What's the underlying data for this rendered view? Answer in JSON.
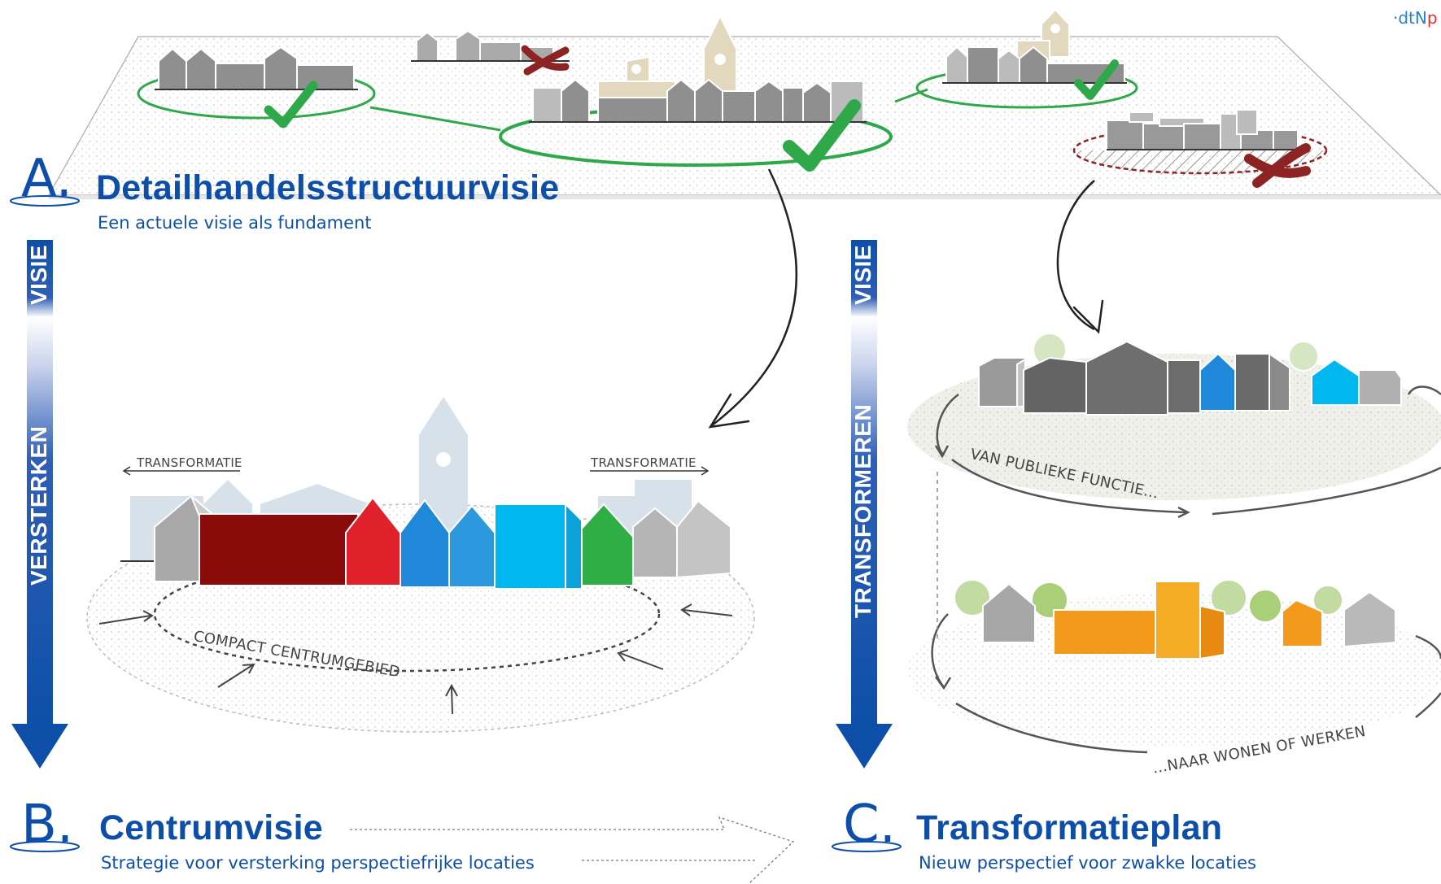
{
  "logo": {
    "prefix": "·dtN",
    "suffix": "p"
  },
  "colors": {
    "brand_blue": "#0d4fa8",
    "check_green": "#2fa84a",
    "cross_red": "#8e2323",
    "dark_red": "#8b0a0a"
  },
  "section_a": {
    "letter": "A.",
    "title": "Detailhandelsstructuurvisie",
    "subtitle": "Een actuele visie als fundament"
  },
  "section_b": {
    "letter": "B.",
    "title": "Centrumvisie",
    "subtitle": "Strategie voor versterking perspectiefrijke locaties"
  },
  "section_c": {
    "letter": "C.",
    "title": "Transformatieplan",
    "subtitle": "Nieuw perspectief voor zwakke locaties"
  },
  "left_arrow": {
    "top_label": "VISIE",
    "bottom_label": "VERSTERKEN"
  },
  "right_arrow": {
    "top_label": "VISIE",
    "bottom_label": "TRANSFORMEREN"
  },
  "center": {
    "transform_left": "TRANSFORMATIE",
    "transform_right": "TRANSFORMATIE",
    "ring_label": "COMPACT CENTRUMGEBIED"
  },
  "cycle": {
    "top_label": "VAN PUBLIEKE FUNCTIE...",
    "bottom_label": "...NAAR WONEN OF WERKEN"
  }
}
